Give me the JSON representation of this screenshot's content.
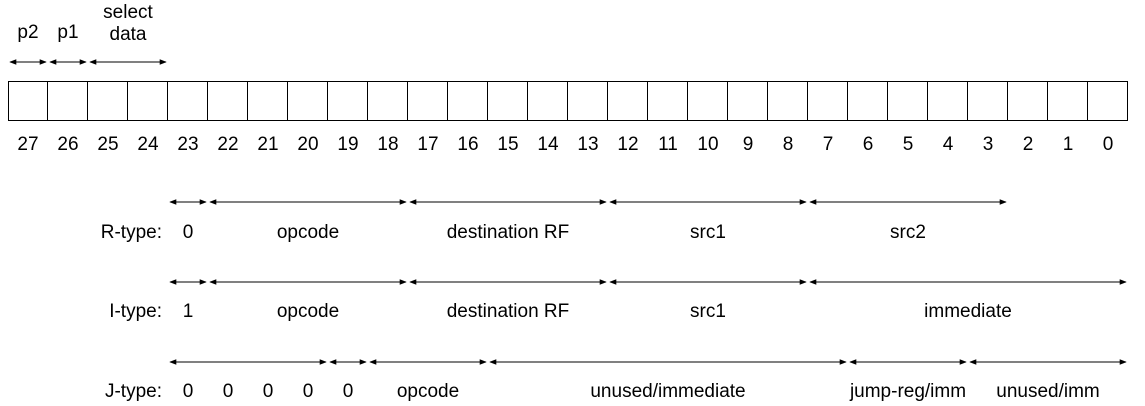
{
  "top_fields": [
    {
      "label": "p2"
    },
    {
      "label": "p1"
    },
    {
      "label": "select\ndata"
    }
  ],
  "bit_count": 28,
  "bit_numbers": [
    "27",
    "26",
    "25",
    "24",
    "23",
    "22",
    "21",
    "20",
    "19",
    "18",
    "17",
    "16",
    "15",
    "14",
    "13",
    "12",
    "11",
    "10",
    "9",
    "8",
    "7",
    "6",
    "5",
    "4",
    "3",
    "2",
    "1",
    "0"
  ],
  "rows": [
    {
      "name": "R-type:",
      "fields": [
        {
          "label": "0",
          "from_bit": 23,
          "to_bit": 23
        },
        {
          "label": "opcode",
          "from_bit": 22,
          "to_bit": 18
        },
        {
          "label": "destination RF",
          "from_bit": 17,
          "to_bit": 13
        },
        {
          "label": "src1",
          "from_bit": 12,
          "to_bit": 8
        },
        {
          "label": "src2",
          "from_bit": 7,
          "to_bit": 3
        }
      ]
    },
    {
      "name": "I-type:",
      "fields": [
        {
          "label": "1",
          "from_bit": 23,
          "to_bit": 23
        },
        {
          "label": "opcode",
          "from_bit": 22,
          "to_bit": 18
        },
        {
          "label": "destination RF",
          "from_bit": 17,
          "to_bit": 13
        },
        {
          "label": "src1",
          "from_bit": 12,
          "to_bit": 8
        },
        {
          "label": "immediate",
          "from_bit": 7,
          "to_bit": 0
        }
      ]
    },
    {
      "name": "J-type:",
      "fields": [
        {
          "label": "0",
          "from_bit": 23,
          "to_bit": 23
        },
        {
          "label": "0",
          "from_bit": 22,
          "to_bit": 22
        },
        {
          "label": "0",
          "from_bit": 21,
          "to_bit": 21
        },
        {
          "label": "0",
          "from_bit": 20,
          "to_bit": 20
        },
        {
          "label": "0",
          "from_bit": 19,
          "to_bit": 19
        },
        {
          "label": "opcode",
          "from_bit": 18,
          "to_bit": 16
        },
        {
          "label": "unused/immediate",
          "from_bit": 15,
          "to_bit": 7
        },
        {
          "label": "jump-reg/imm",
          "from_bit": 6,
          "to_bit": 4
        },
        {
          "label": "unused/imm",
          "from_bit": 3,
          "to_bit": 0
        }
      ]
    }
  ]
}
